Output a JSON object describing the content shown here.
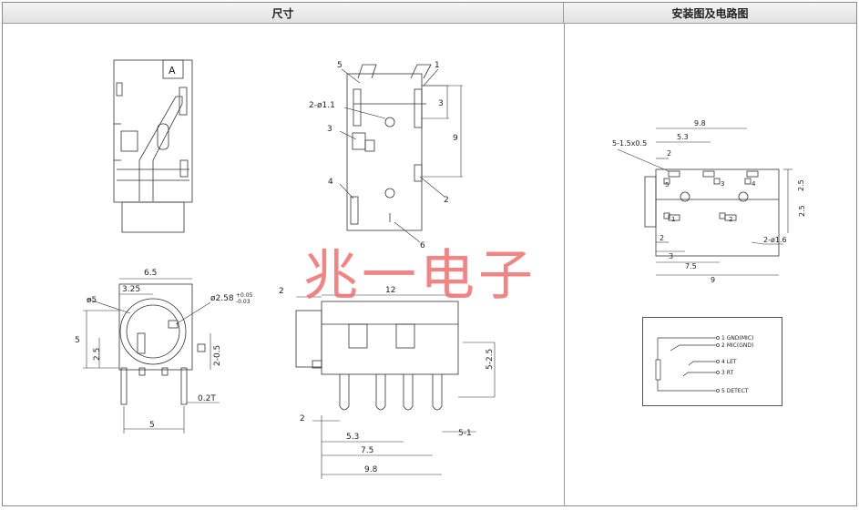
{
  "headers": {
    "dimensions": "尺寸",
    "install_circuit": "安装图及电路图"
  },
  "watermark": "兆一电子",
  "top_view": {
    "pin_labels": [
      "1",
      "2",
      "3",
      "4",
      "5",
      "6"
    ],
    "marker": "A",
    "dims": {
      "hole": "2-ø1.1",
      "d3": "3",
      "d9": "9"
    }
  },
  "front_view": {
    "dims": {
      "width": "6.5",
      "half": "3.25",
      "dia": "ø5",
      "hole": "ø2.58",
      "tol_plus": "+0.05",
      "tol_minus": "-0.03",
      "height": "5",
      "h25": "2.5",
      "h205": "2-0.5",
      "thk": "0.2T",
      "pitch": "5"
    }
  },
  "side_view": {
    "dims": {
      "len": "12",
      "lead": "2",
      "h525": "5-2.5",
      "pin": "2",
      "p53": "5.3",
      "p75": "7.5",
      "p98": "9.8",
      "pin1": "5-1"
    }
  },
  "install_view": {
    "dims": {
      "w98": "9.8",
      "w53": "5.3",
      "pad": "5-1.5x0.5",
      "d2a": "2",
      "d2b": "2",
      "d3": "3",
      "d75": "7.5",
      "d9": "9",
      "r25a": "2.5",
      "r25b": "2.5",
      "hole": "2-ø1.6"
    },
    "pads": [
      "5",
      "3",
      "4",
      "1",
      "2"
    ]
  },
  "circuit": {
    "pins": [
      "1 GND(MIC)",
      "2 MIC(GND)",
      "4 LET",
      "3 RT",
      "5 DETECT"
    ]
  }
}
